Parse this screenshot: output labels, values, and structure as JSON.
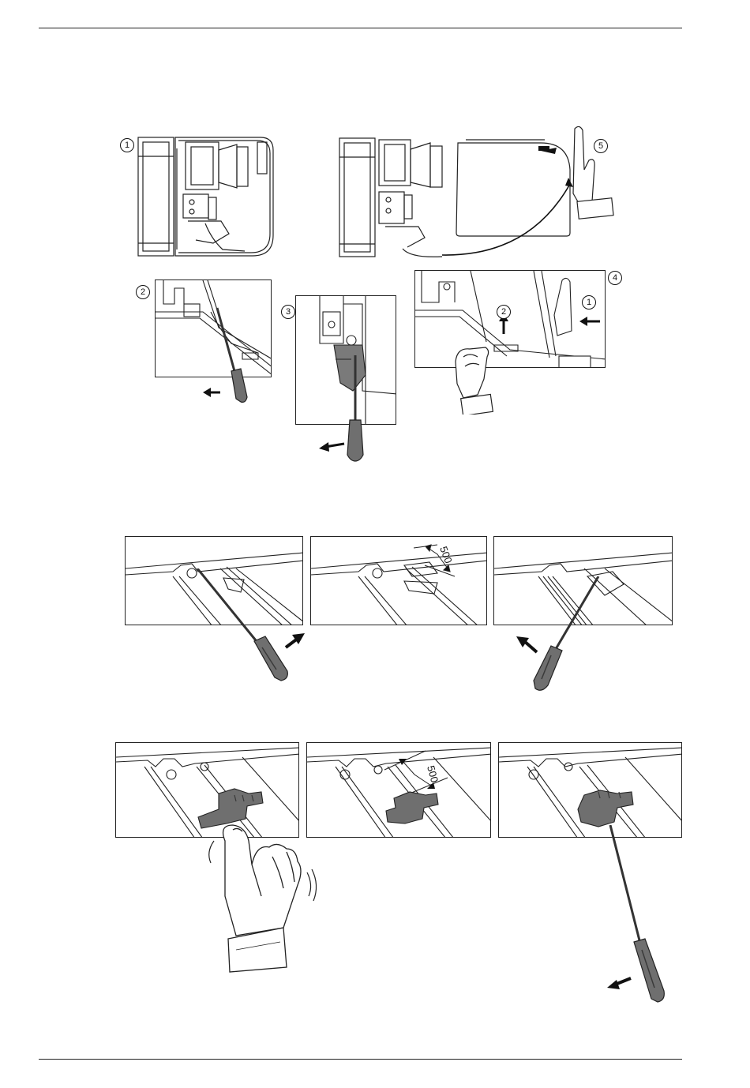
{
  "figure_top": {
    "step1": "1",
    "step2": "2",
    "step3": "3",
    "step4": "4",
    "step5": "5",
    "substep1": "1",
    "substep2": "2"
  },
  "figure_middle": {
    "dimension": "500"
  },
  "figure_bottom": {
    "dimension": "500"
  },
  "colors": {
    "line": "#222222",
    "tool_fill": "#6f6f6f",
    "tool_dark": "#3a3a3a",
    "arrow": "#111111"
  }
}
